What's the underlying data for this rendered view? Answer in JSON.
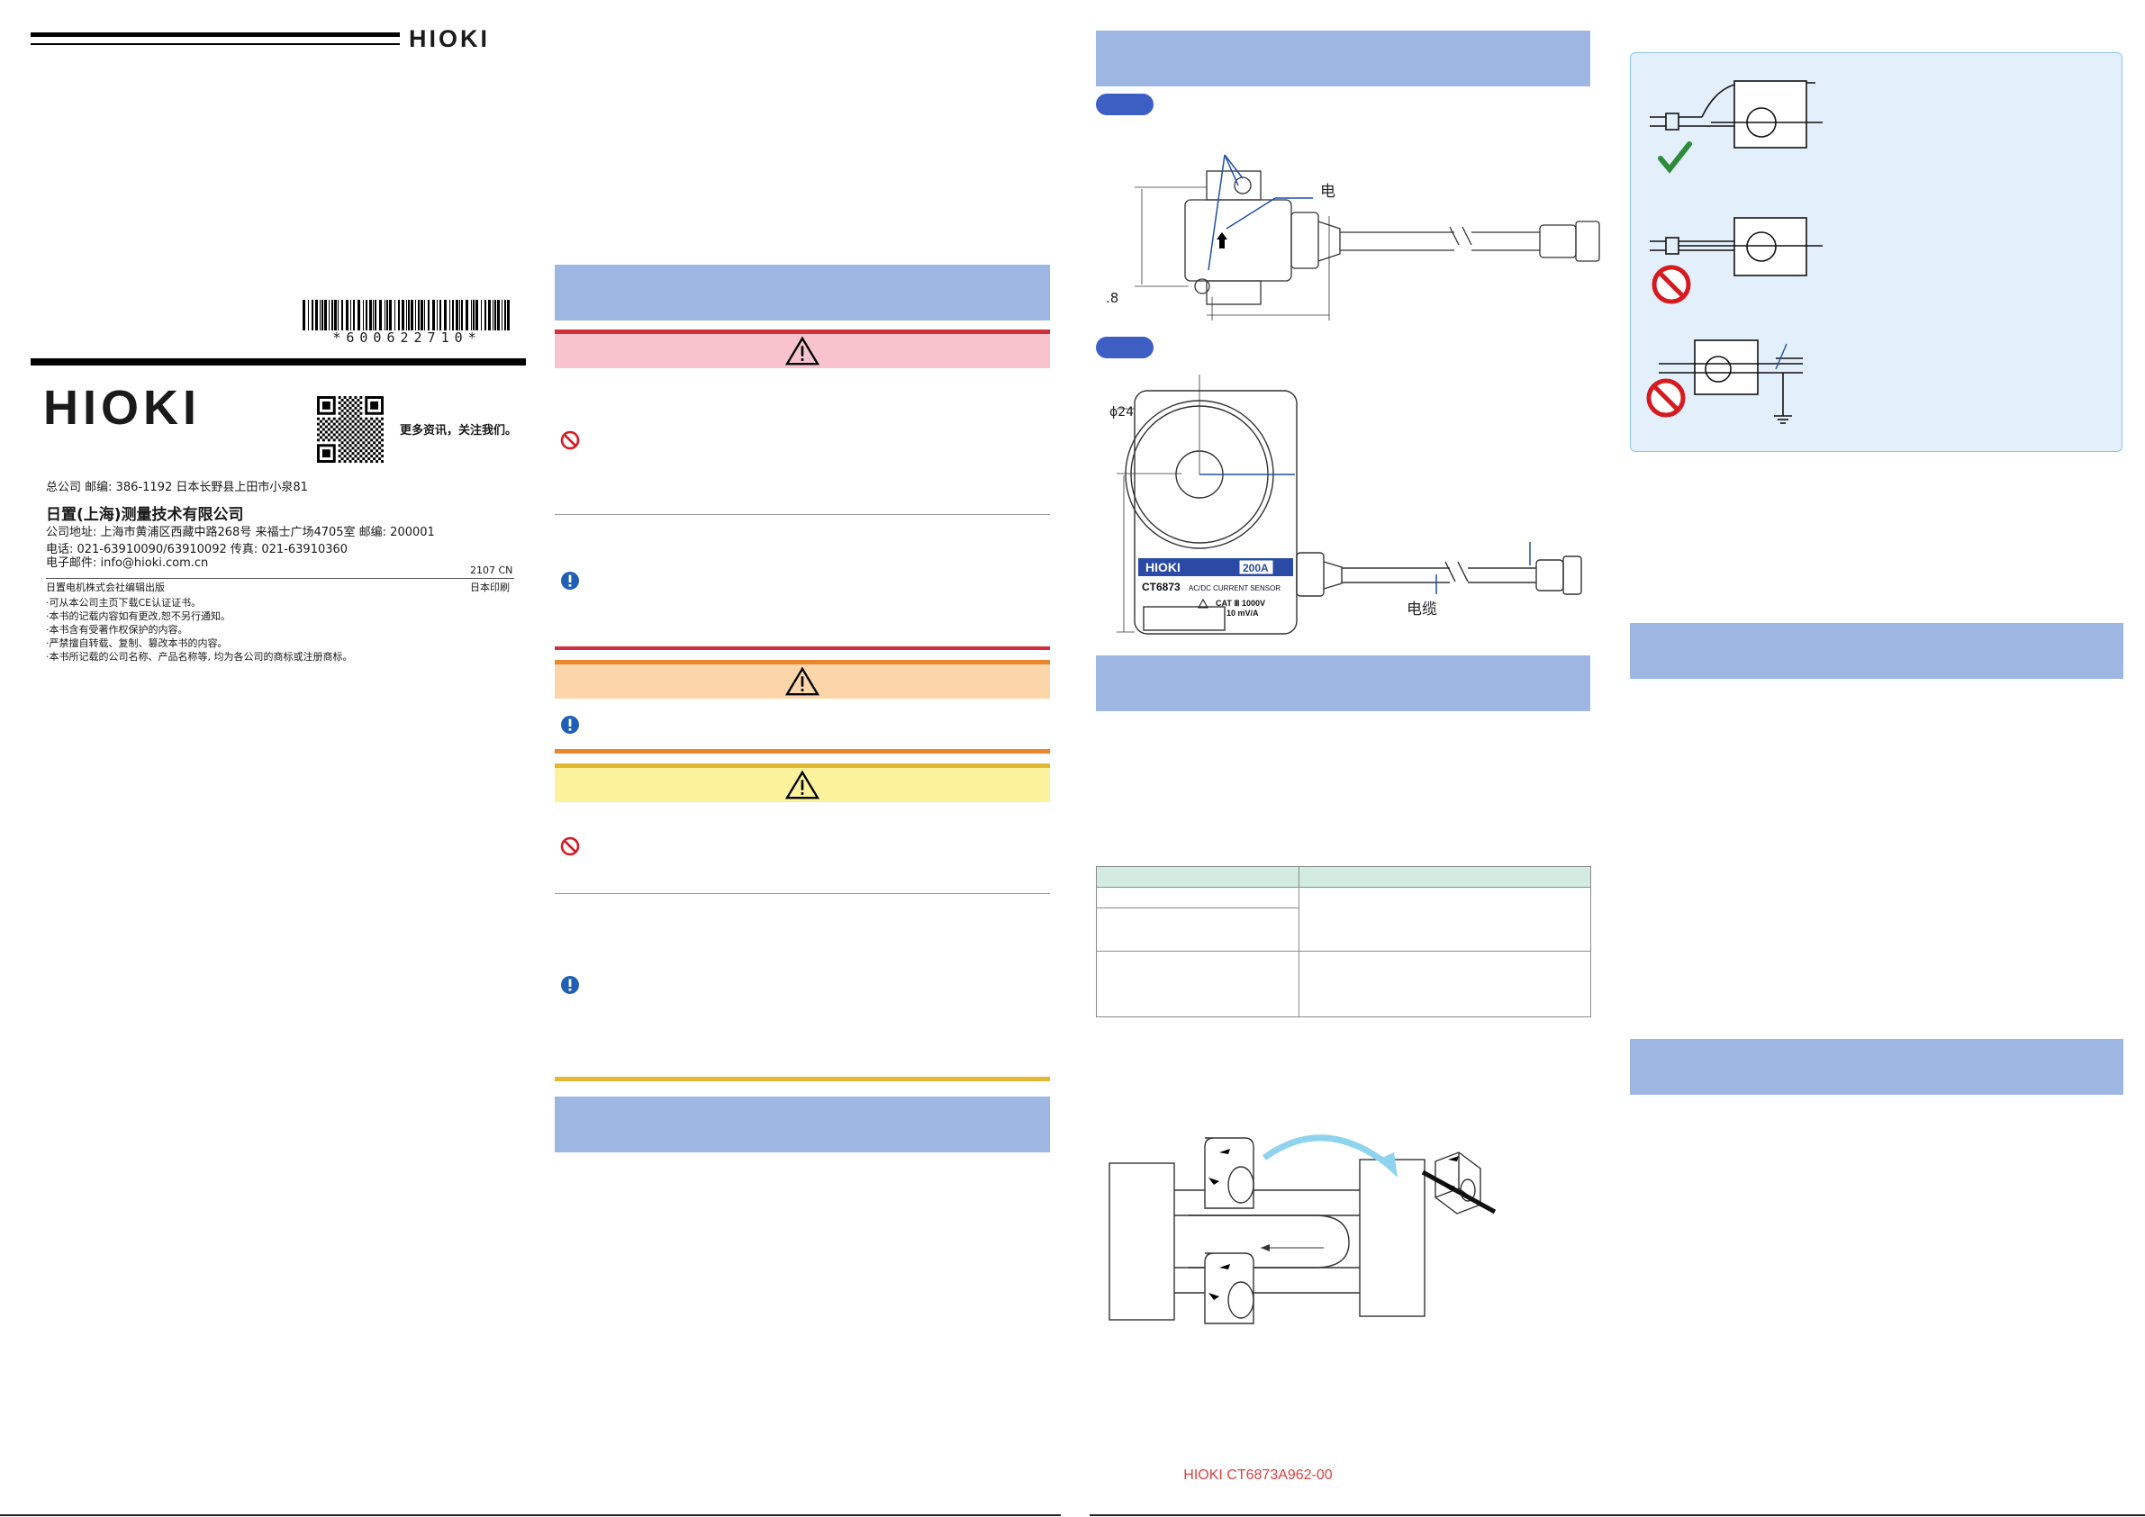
{
  "cover": {
    "brand": "HIOKI",
    "barcode_text": "*600622710*",
    "qr_caption": "更多资讯，关注我们。",
    "hq_line": "总公司  邮编: 386-1192 日本长野县上田市小泉81",
    "company_name": "日置(上海)测量技术有限公司",
    "address": "公司地址: 上海市黄浦区西藏中路268号 来福士广场4705室  邮编: 200001",
    "phone": "电话: 021-63910090/63910092  传真: 021-63910360",
    "email": "电子邮件: info@hioki.com.cn",
    "edition_code": "2107 CN",
    "publisher": "日置电机株式会社编辑出版",
    "printed_in": "日本印刷",
    "notes": [
      "·可从本公司主页下载CE认证证书。",
      "·本书的记载内容如有更改,恕不另行通知。",
      "·本书含有受著作权保护的内容。",
      "·严禁擅自转载、复制、篡改本书的内容。",
      "·本书所记载的公司名称、产品名称等, 均为各公司的商标或注册商标。"
    ]
  },
  "diagram1": {
    "dim_label": ".8",
    "callout_label": "电"
  },
  "diagram2": {
    "phi_label": "ϕ24",
    "cable_label": "电缆",
    "sensor_brand": "HIOKI",
    "rating_badge": "200A",
    "model": "CT6873",
    "sensor_type": "AC/DC CURRENT SENSOR",
    "cat_rating": "CAT Ⅲ 1000V",
    "output_rate": "10 mV/A"
  },
  "footer": {
    "doc_code": "HIOKI CT6873A962-00"
  },
  "colors": {
    "band_blue": "#9db6e2",
    "danger_red": "#d0303b",
    "danger_pink": "#f9c3ce",
    "warning_orange": "#e8862b",
    "warning_peach": "#fcd6a8",
    "caution_yellow": "#e3b731",
    "caution_light": "#fdf29c",
    "table_header_green": "#d3ece2",
    "check_green": "#2e8b3d",
    "prohibit_red": "#d71920",
    "arrow_cyan": "#8fd3ef",
    "footer_red": "#e04040",
    "badge_blue": "#3d5fc4"
  }
}
